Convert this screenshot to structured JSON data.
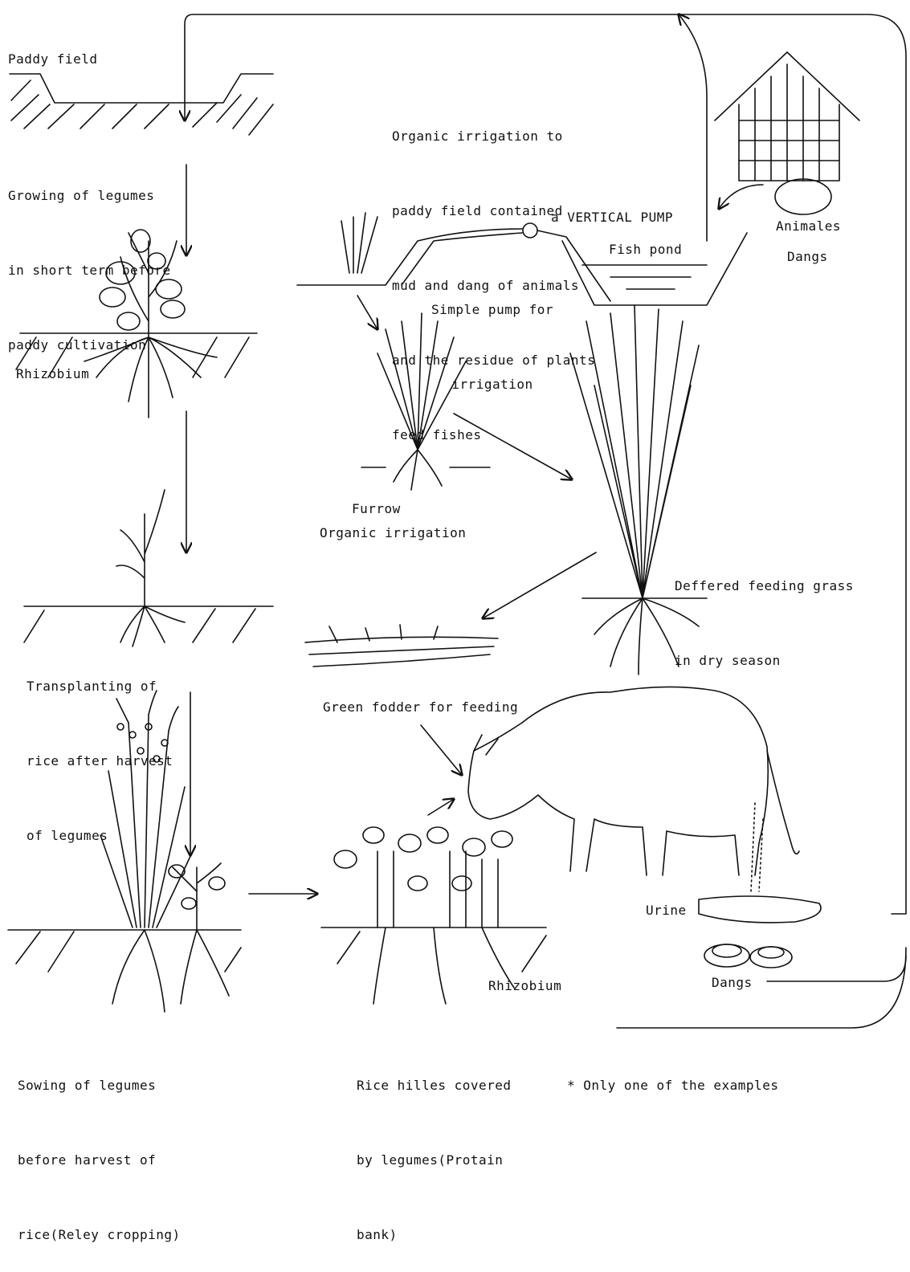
{
  "labels": {
    "paddy_field": "Paddy field",
    "growing_legumes": [
      "Growing of legumes",
      "in short term before",
      "paddy cultivation"
    ],
    "rhizobium_top": "Rhizobium",
    "transplanting": [
      "Transplanting of",
      "rice after harvest",
      "of legumes"
    ],
    "sowing": [
      "Sowing of legumes",
      "before harvest of",
      "rice(Reley cropping)"
    ],
    "organic_irrigation_note": [
      "Organic irrigation to",
      "paddy field contained",
      "mud and dang of animals",
      "and the residue of plants",
      "feed fishes"
    ],
    "vertical_pump": "a VERTICAL PUMP",
    "fish_pond": "Fish pond",
    "simple_pump": [
      "Simple pump for",
      "irrigation"
    ],
    "animales": "Animales",
    "dangs_top": "Dangs",
    "furrow": "Furrow",
    "organic_irrigation": "Organic irrigation",
    "deffered": [
      "Deffered feeding grass",
      "in dry season"
    ],
    "green_fodder": "Green fodder for feeding",
    "urine": "Urine",
    "dangs_bottom": "Dangs",
    "rhizobium_bottom": "Rhizobium",
    "rice_hilles": [
      "Rice hilles covered",
      "by legumes(Protain",
      "bank)"
    ],
    "footnote": "* Only one of the examples"
  },
  "colors": {
    "ink": "#111111",
    "paper": "#ffffff"
  }
}
